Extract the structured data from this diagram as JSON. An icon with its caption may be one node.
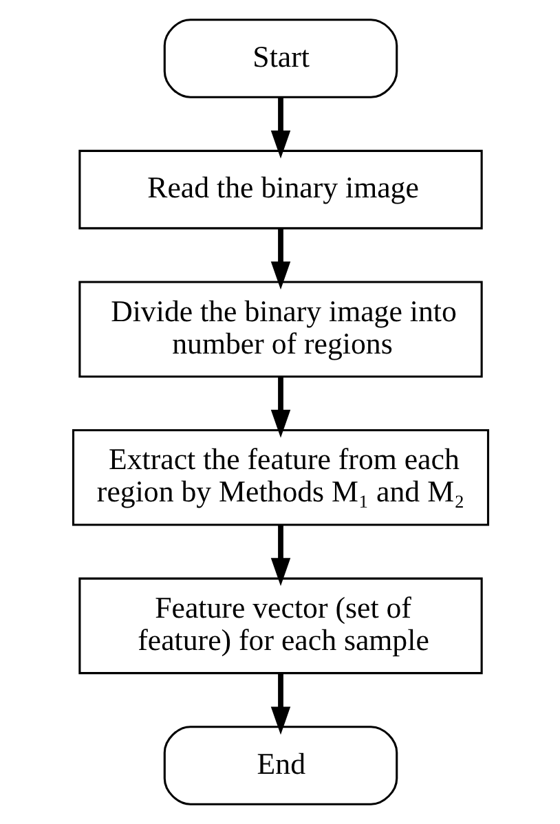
{
  "diagram": {
    "nodes": [
      {
        "text": [
          "Start"
        ]
      },
      {
        "text": [
          "Read the binary image"
        ]
      },
      {
        "text": [
          "Divide the binary image into number of regions"
        ]
      },
      {
        "text": [
          "Extract the feature from each region by Methods M₁ and M₂"
        ]
      },
      {
        "text": [
          "Feature vector (set of feature) for each sample"
        ]
      },
      {
        "text": [
          "End"
        ]
      }
    ],
    "edges": [
      {
        "from": 0,
        "to": 1,
        "arrow": "to"
      },
      {
        "from": 1,
        "to": 2,
        "arrow": "to"
      },
      {
        "from": 2,
        "to": 3,
        "arrow": "to"
      },
      {
        "from": 3,
        "to": 4,
        "arrow": "to"
      },
      {
        "from": 4,
        "to": 5,
        "arrow": "to"
      }
    ]
  }
}
